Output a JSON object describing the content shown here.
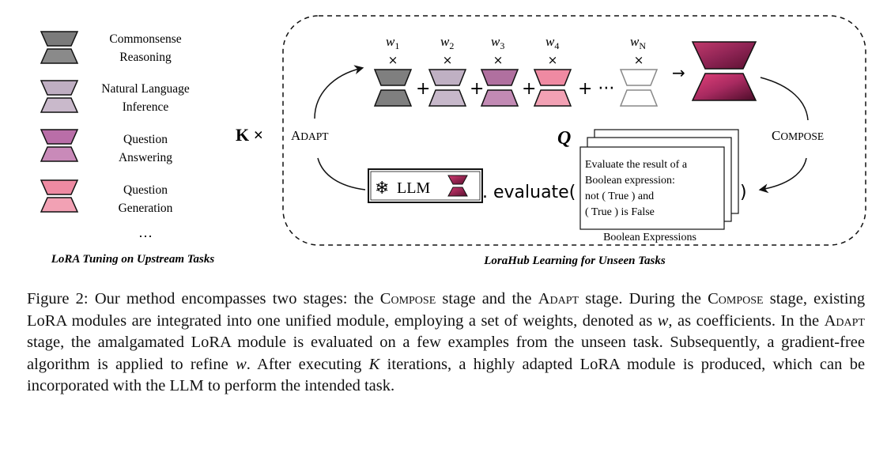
{
  "legend": {
    "items": [
      {
        "label_line1": "Commonsense",
        "label_line2": "Reasoning",
        "top_color": "#7b7b7b",
        "bottom_color": "#8a8a8a"
      },
      {
        "label_line1": "Natural Language",
        "label_line2": "Inference",
        "top_color": "#bfaec2",
        "bottom_color": "#c9b9cb"
      },
      {
        "label_line1": "Question",
        "label_line2": "Answering",
        "top_color": "#b96ea8",
        "bottom_color": "#c98ab9"
      },
      {
        "label_line1": "Question",
        "label_line2": "Generation",
        "top_color": "#ee8aa2",
        "bottom_color": "#f2a1b4"
      }
    ],
    "ellipsis": "…",
    "caption": "LoRA Tuning on Upstream Tasks"
  },
  "main": {
    "k_label": "K ×",
    "adapt_label": "Adapt",
    "compose_label": "Compose",
    "weights": [
      "w",
      "w",
      "w",
      "w",
      "w"
    ],
    "weight_subs": [
      "1",
      "2",
      "3",
      "4",
      "N"
    ],
    "times": "×",
    "plus": "+",
    "dots": "+ ···",
    "arrow": "→",
    "q_label": "Q",
    "llm_label": "LLM",
    "evaluate_label": ". evaluate(",
    "close_paren": ")",
    "example_lines": [
      "Evaluate the result of a",
      "Boolean expression:",
      "not ( True ) and",
      "( True ) is False"
    ],
    "example_caption": "Boolean Expressions",
    "caption": "LoraHub Learning for Unseen Tasks",
    "module_colors": [
      "#7f7f7f",
      "#bfb0c3",
      "#b0709f",
      "#ef8aa2",
      "#ffffff"
    ]
  },
  "caption": {
    "label": "Figure 2:",
    "s1": "Our method encompasses two stages: the",
    "compose1": "Compose",
    "s2": "stage and the",
    "adapt1": "Adapt",
    "s3": "stage. During the",
    "compose2": "Compose",
    "s4": "stage, existing LoRA modules are integrated into one unified module, employing a set of weights, denoted as",
    "w1": "w",
    "s5": ", as coefficients. In the",
    "adapt2": "Adapt",
    "s6": "stage, the amalgamated LoRA module is evaluated on a few examples from the unseen task. Subsequently, a gradient-free algorithm is applied to refine",
    "w2": "w",
    "s7": ". After executing",
    "k": "K",
    "s8": "iterations, a highly adapted LoRA module is produced, which can be incorporated with the LLM to perform the intended task."
  }
}
